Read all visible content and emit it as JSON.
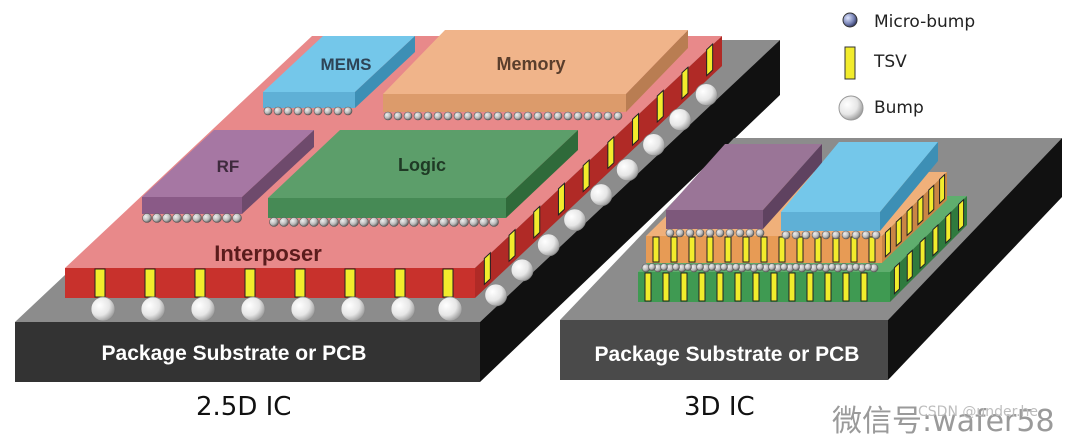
{
  "legend": {
    "micro_bump": "Micro-bump",
    "tsv": "TSV",
    "bump": "Bump"
  },
  "diagram_25d": {
    "chips": {
      "mems": "MEMS",
      "memory": "Memory",
      "rf": "RF",
      "logic": "Logic"
    },
    "interposer": "Interposer",
    "substrate": "Package Substrate or PCB",
    "caption": "2.5D IC"
  },
  "diagram_3d": {
    "substrate": "Package Substrate or PCB",
    "caption": "3D IC"
  },
  "watermark": {
    "main": "微信号:wafer58",
    "small": "CSDN @under.he"
  },
  "colors": {
    "interposer": "#e8898a",
    "interposer_side": "#c8312c",
    "substrate_top": "#8c8c8c",
    "substrate_front": "#333333",
    "substrate_side": "#111111",
    "mems": "#74c7ea",
    "memory": "#f0b48a",
    "rf": "#a677a3",
    "logic": "#5c9e6a",
    "tsv": "#f2ec2c",
    "orange_layer": "#f0b07a",
    "green_layer": "#5fae6e"
  }
}
